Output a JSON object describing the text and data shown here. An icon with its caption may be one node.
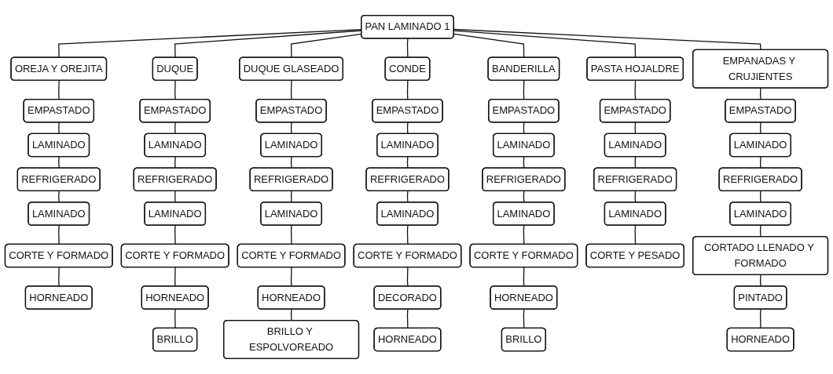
{
  "diagram": {
    "nodes": [
      {
        "text": [
          "PAN LAMINADO 1"
        ]
      },
      {
        "text": [
          "OREJA Y OREJITA"
        ]
      },
      {
        "text": [
          "EMPASTADO"
        ]
      },
      {
        "text": [
          "LAMINADO"
        ]
      },
      {
        "text": [
          "REFRIGERADO"
        ]
      },
      {
        "text": [
          "LAMINADO"
        ]
      },
      {
        "text": [
          "CORTE Y FORMADO"
        ]
      },
      {
        "text": [
          "HORNEADO"
        ]
      },
      {
        "text": [
          "DUQUE"
        ]
      },
      {
        "text": [
          "EMPASTADO"
        ]
      },
      {
        "text": [
          "LAMINADO"
        ]
      },
      {
        "text": [
          "REFRIGERADO"
        ]
      },
      {
        "text": [
          "LAMINADO"
        ]
      },
      {
        "text": [
          "CORTE Y FORMADO"
        ]
      },
      {
        "text": [
          "HORNEADO"
        ]
      },
      {
        "text": [
          "BRILLO"
        ]
      },
      {
        "text": [
          "DUQUE GLASEADO"
        ]
      },
      {
        "text": [
          "EMPASTADO"
        ]
      },
      {
        "text": [
          "LAMINADO"
        ]
      },
      {
        "text": [
          "REFRIGERADO"
        ]
      },
      {
        "text": [
          "LAMINADO"
        ]
      },
      {
        "text": [
          "CORTE Y FORMADO"
        ]
      },
      {
        "text": [
          "HORNEADO"
        ]
      },
      {
        "text": [
          "BRILLO Y ESPOLVOREADO"
        ]
      },
      {
        "text": [
          "CONDE"
        ]
      },
      {
        "text": [
          "EMPASTADO"
        ]
      },
      {
        "text": [
          "LAMINADO"
        ]
      },
      {
        "text": [
          "REFRIGERADO"
        ]
      },
      {
        "text": [
          "LAMINADO"
        ]
      },
      {
        "text": [
          "CORTE Y FORMADO"
        ]
      },
      {
        "text": [
          "DECORADO"
        ]
      },
      {
        "text": [
          "HORNEADO"
        ]
      },
      {
        "text": [
          "BANDERILLA"
        ]
      },
      {
        "text": [
          "EMPASTADO"
        ]
      },
      {
        "text": [
          "LAMINADO"
        ]
      },
      {
        "text": [
          "REFRIGERADO"
        ]
      },
      {
        "text": [
          "LAMINADO"
        ]
      },
      {
        "text": [
          "CORTE Y FORMADO"
        ]
      },
      {
        "text": [
          "HORNEADO"
        ]
      },
      {
        "text": [
          "BRILLO"
        ]
      },
      {
        "text": [
          "PASTA HOJALDRE"
        ]
      },
      {
        "text": [
          "EMPASTADO"
        ]
      },
      {
        "text": [
          "LAMINADO"
        ]
      },
      {
        "text": [
          "REFRIGERADO"
        ]
      },
      {
        "text": [
          "LAMINADO"
        ]
      },
      {
        "text": [
          "CORTE Y PESADO"
        ]
      },
      {
        "text": [
          "EMPANADAS Y CRUJIENTES"
        ]
      },
      {
        "text": [
          "EMPASTADO"
        ]
      },
      {
        "text": [
          "LAMINADO"
        ]
      },
      {
        "text": [
          "REFRIGERADO"
        ]
      },
      {
        "text": [
          "LAMINADO"
        ]
      },
      {
        "text": [
          "CORTADO LLENADO Y FORMADO"
        ]
      },
      {
        "text": [
          "PINTADO"
        ]
      },
      {
        "text": [
          "HORNEADO"
        ]
      }
    ],
    "edges": [
      {
        "from": 0,
        "to": 1,
        "arrow": "none"
      },
      {
        "from": 1,
        "to": 2,
        "arrow": "none"
      },
      {
        "from": 2,
        "to": 3,
        "arrow": "none"
      },
      {
        "from": 3,
        "to": 4,
        "arrow": "none"
      },
      {
        "from": 4,
        "to": 5,
        "arrow": "none"
      },
      {
        "from": 5,
        "to": 6,
        "arrow": "none"
      },
      {
        "from": 6,
        "to": 7,
        "arrow": "none"
      },
      {
        "from": 0,
        "to": 8,
        "arrow": "none"
      },
      {
        "from": 8,
        "to": 9,
        "arrow": "none"
      },
      {
        "from": 9,
        "to": 10,
        "arrow": "none"
      },
      {
        "from": 10,
        "to": 11,
        "arrow": "none"
      },
      {
        "from": 11,
        "to": 12,
        "arrow": "none"
      },
      {
        "from": 12,
        "to": 13,
        "arrow": "none"
      },
      {
        "from": 13,
        "to": 14,
        "arrow": "none"
      },
      {
        "from": 14,
        "to": 15,
        "arrow": "none"
      },
      {
        "from": 0,
        "to": 16,
        "arrow": "none"
      },
      {
        "from": 16,
        "to": 17,
        "arrow": "none"
      },
      {
        "from": 17,
        "to": 18,
        "arrow": "none"
      },
      {
        "from": 18,
        "to": 19,
        "arrow": "none"
      },
      {
        "from": 19,
        "to": 20,
        "arrow": "none"
      },
      {
        "from": 20,
        "to": 21,
        "arrow": "none"
      },
      {
        "from": 21,
        "to": 22,
        "arrow": "none"
      },
      {
        "from": 22,
        "to": 23,
        "arrow": "none"
      },
      {
        "from": 0,
        "to": 24,
        "arrow": "none"
      },
      {
        "from": 24,
        "to": 25,
        "arrow": "none"
      },
      {
        "from": 25,
        "to": 26,
        "arrow": "none"
      },
      {
        "from": 26,
        "to": 27,
        "arrow": "none"
      },
      {
        "from": 27,
        "to": 28,
        "arrow": "none"
      },
      {
        "from": 28,
        "to": 29,
        "arrow": "none"
      },
      {
        "from": 29,
        "to": 30,
        "arrow": "none"
      },
      {
        "from": 30,
        "to": 31,
        "arrow": "none"
      },
      {
        "from": 0,
        "to": 32,
        "arrow": "none"
      },
      {
        "from": 32,
        "to": 33,
        "arrow": "none"
      },
      {
        "from": 33,
        "to": 34,
        "arrow": "none"
      },
      {
        "from": 34,
        "to": 35,
        "arrow": "none"
      },
      {
        "from": 35,
        "to": 36,
        "arrow": "none"
      },
      {
        "from": 36,
        "to": 37,
        "arrow": "none"
      },
      {
        "from": 37,
        "to": 38,
        "arrow": "none"
      },
      {
        "from": 38,
        "to": 39,
        "arrow": "none"
      },
      {
        "from": 0,
        "to": 40,
        "arrow": "none"
      },
      {
        "from": 40,
        "to": 41,
        "arrow": "none"
      },
      {
        "from": 41,
        "to": 42,
        "arrow": "none"
      },
      {
        "from": 42,
        "to": 43,
        "arrow": "none"
      },
      {
        "from": 43,
        "to": 44,
        "arrow": "none"
      },
      {
        "from": 44,
        "to": 45,
        "arrow": "none"
      },
      {
        "from": 0,
        "to": 46,
        "arrow": "none"
      },
      {
        "from": 46,
        "to": 47,
        "arrow": "none"
      },
      {
        "from": 47,
        "to": 48,
        "arrow": "none"
      },
      {
        "from": 48,
        "to": 49,
        "arrow": "none"
      },
      {
        "from": 49,
        "to": 50,
        "arrow": "none"
      },
      {
        "from": 50,
        "to": 51,
        "arrow": "none"
      },
      {
        "from": 51,
        "to": 52,
        "arrow": "none"
      },
      {
        "from": 52,
        "to": 53,
        "arrow": "none"
      }
    ]
  }
}
